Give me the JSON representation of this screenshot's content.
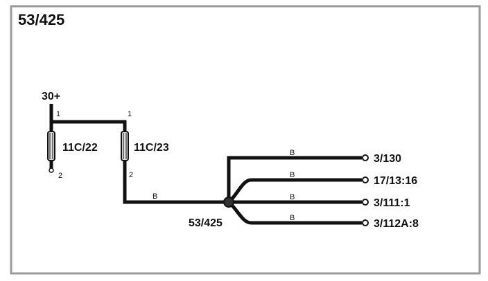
{
  "diagram": {
    "title": "53/425",
    "supply": {
      "label": "30+"
    },
    "connectors": [
      {
        "name": "11C/22",
        "pin_top": "1",
        "pin_bottom": "2"
      },
      {
        "name": "11C/23",
        "pin_top": "1",
        "pin_bottom": "2"
      }
    ],
    "splice": {
      "label": "53/425"
    },
    "wire_color": "B",
    "destinations": [
      {
        "label": "3/130",
        "wire": "B"
      },
      {
        "label": "17/13:16",
        "wire": "B"
      },
      {
        "label": "3/111:1",
        "wire": "B"
      },
      {
        "label": "3/112A:8",
        "wire": "B"
      }
    ],
    "stroke_color": "#111111",
    "background_color": "#ffffff"
  }
}
